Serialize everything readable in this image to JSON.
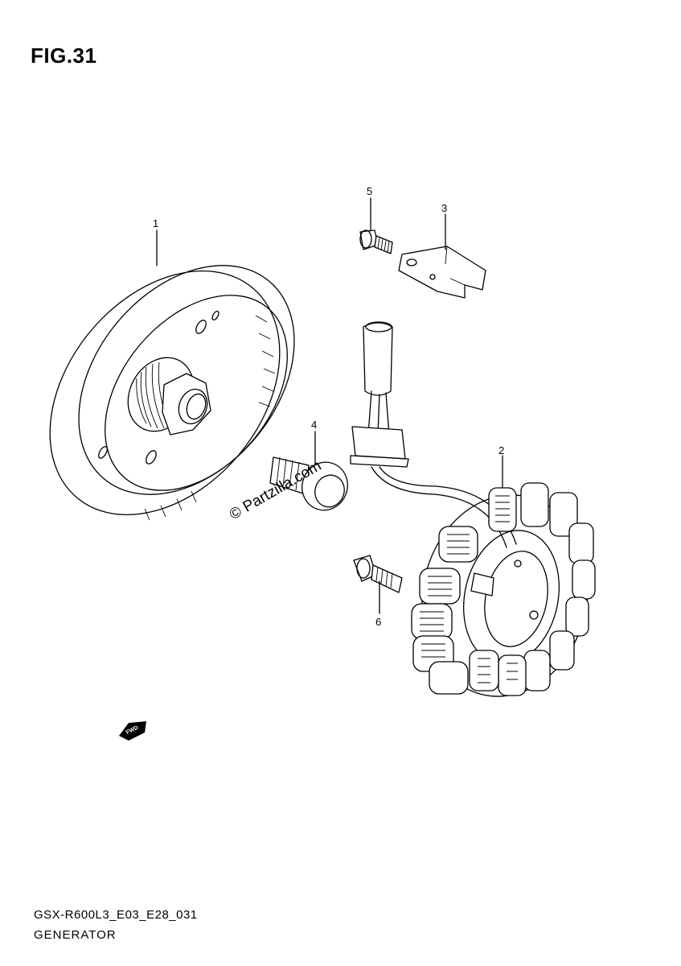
{
  "figure": {
    "title": "FIG.31",
    "code": "GSX-R600L3_E03_E28_031",
    "name": "GENERATOR"
  },
  "watermark": "© Partzilla.com",
  "direction_mark": "FWD",
  "callouts": [
    {
      "number": "1",
      "part": "rotor"
    },
    {
      "number": "2",
      "part": "stator"
    },
    {
      "number": "3",
      "part": "clamp"
    },
    {
      "number": "4",
      "part": "bolt"
    },
    {
      "number": "5",
      "part": "screw"
    },
    {
      "number": "6",
      "part": "bolt"
    }
  ]
}
